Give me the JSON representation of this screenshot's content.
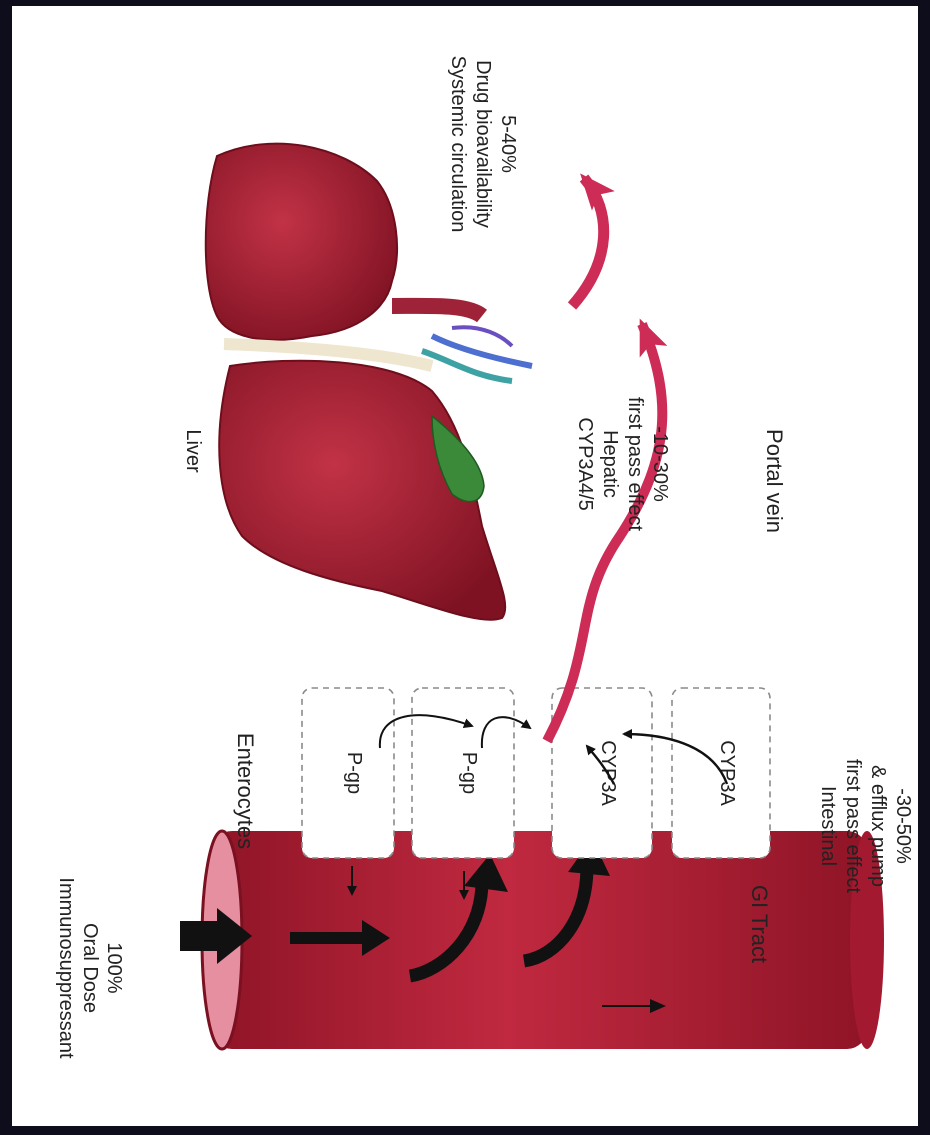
{
  "labels": {
    "oral_dose": [
      "Immunosuppressant",
      "Oral Dose",
      "100%"
    ],
    "enterocytes": "Enterocytes",
    "pgp_1": "P-gp",
    "pgp_2": "P-gp",
    "cyp3a_1": "CYP3A",
    "cyp3a_2": "CYP3A",
    "gi_tract": "GI Tract",
    "intestinal": [
      "Intestinal",
      "first pass effect",
      "& efflux pump",
      "-30-50%"
    ],
    "liver": "Liver",
    "hepatic": [
      "CYP3A4/5",
      "Hepatic",
      "first pass effect",
      "-10-30%"
    ],
    "portal_vein": "Portal vein",
    "systemic": [
      "Systemic circulation",
      "Drug bioavailability",
      "5-40%"
    ]
  },
  "colors": {
    "background": "#0d0d1c",
    "panel": "#ffffff",
    "gi_tract": "#b21f35",
    "gi_tract_end": "#e58fa0",
    "liver": "#a01a2c",
    "portal_arrow": "#cc2c55",
    "black_arrows": "#111111"
  }
}
